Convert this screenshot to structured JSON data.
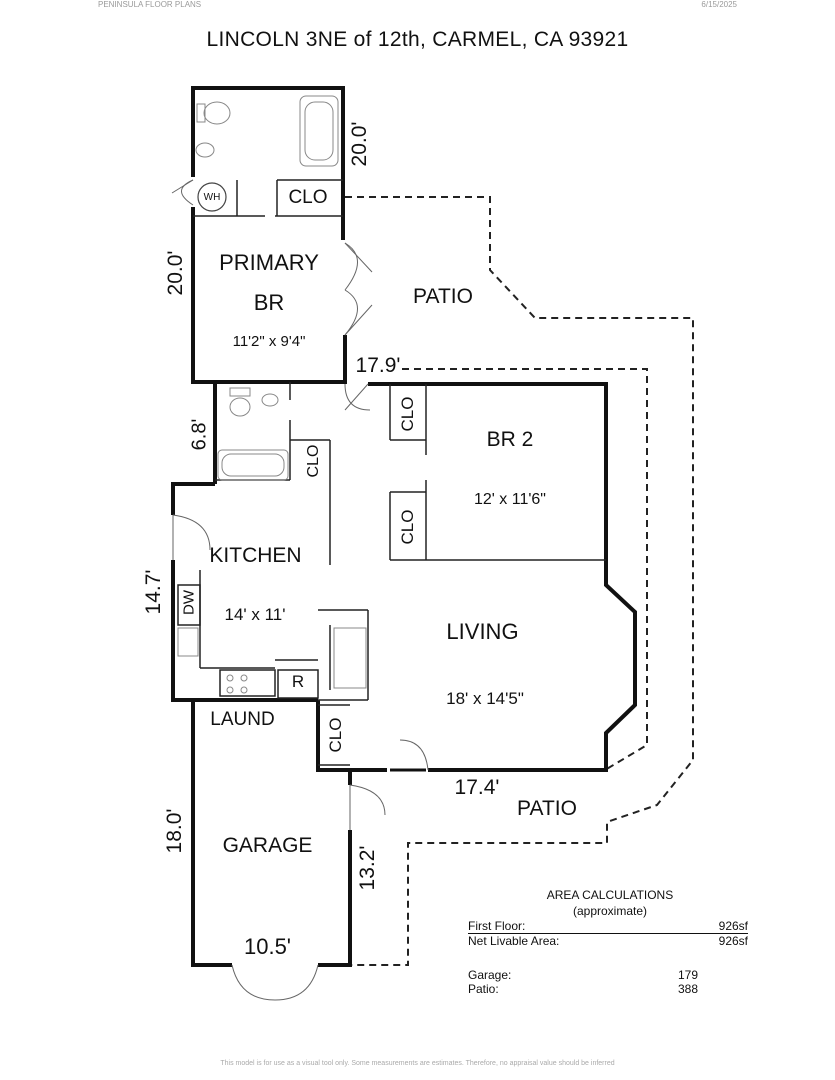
{
  "header": {
    "brand": "PENINSULA FLOOR PLANS",
    "date": "6/15/2025"
  },
  "title": "LINCOLN 3NE of 12th, CARMEL, CA  93921",
  "rooms": {
    "primary_br_line1": "PRIMARY",
    "primary_br_line2": "BR",
    "primary_br_size": "11'2\" x 9'4\"",
    "br2_label": "BR 2",
    "br2_size": "12' x 11'6\"",
    "kitchen_label": "KITCHEN",
    "kitchen_size": "14' x 11'",
    "living_label": "LIVING",
    "living_size": "18' x 14'5\"",
    "laund_label": "LAUND",
    "garage_label": "GARAGE",
    "patio_top": "PATIO",
    "patio_bottom": "PATIO"
  },
  "fixtures": {
    "wh": "WH",
    "clo": "CLO",
    "dw": "DW",
    "r": "R"
  },
  "dimensions": {
    "bath_height": "20.0'",
    "primary_height": "20.0'",
    "hall_bath": "6.8'",
    "kitchen_height": "14.7'",
    "garage_height": "18.0'",
    "garage_entry": "13.2'",
    "garage_width": "10.5'",
    "patio_width_top": "17.9'",
    "patio_width_bottom": "17.4'"
  },
  "area_calculations": {
    "heading": "AREA CALCULATIONS",
    "subheading": "(approximate)",
    "rows": [
      {
        "label": "First  Floor:",
        "value": "926sf"
      },
      {
        "label": "Net Livable Area:",
        "value": "926sf"
      }
    ],
    "extra_rows": [
      {
        "label": "Garage:",
        "value": "179"
      },
      {
        "label": "Patio:",
        "value": "388"
      }
    ]
  },
  "disclaimer": "This model is for use as a visual tool only. Some measurements are estimates. Therefore, no appraisal value should be inferred"
}
